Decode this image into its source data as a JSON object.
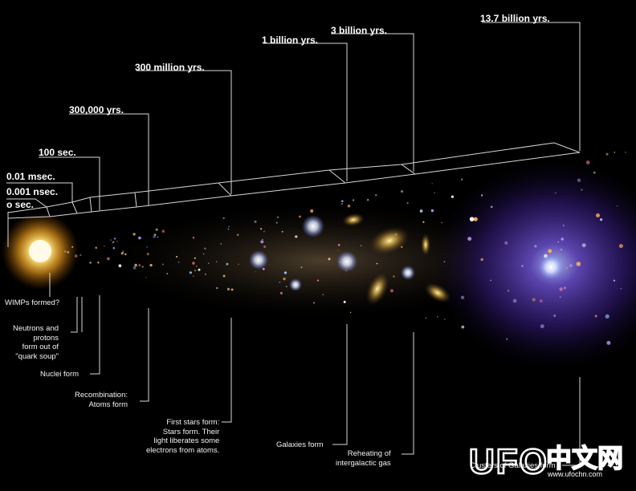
{
  "timeline": {
    "times": [
      {
        "id": "t0",
        "label": "o sec."
      },
      {
        "id": "t1",
        "label": "0.001 nsec."
      },
      {
        "id": "t2",
        "label": "0.01 msec."
      },
      {
        "id": "t3",
        "label": "100 sec."
      },
      {
        "id": "t4",
        "label": "300,000 yrs."
      },
      {
        "id": "t5",
        "label": "300 million yrs."
      },
      {
        "id": "t6",
        "label": "1 billion yrs."
      },
      {
        "id": "t7",
        "label": "3 billion yrs."
      },
      {
        "id": "t8",
        "label": "13.7 billion yrs."
      }
    ],
    "events": [
      {
        "id": "e1",
        "label": "WIMPs formed?"
      },
      {
        "id": "e2",
        "label": "Neutrons and\nprotons\nform out of\n\"quark soup\""
      },
      {
        "id": "e3",
        "label": "Nuclei form"
      },
      {
        "id": "e4",
        "label": "Recombination:\nAtoms form"
      },
      {
        "id": "e5",
        "label": "First stars form:\nStars  form. Their\nlight liberates some\nelectrons from atoms."
      },
      {
        "id": "e6",
        "label": "Galaxies form"
      },
      {
        "id": "e7",
        "label": "Reheating of\nintergalactic gas"
      },
      {
        "id": "e8",
        "label": "Clusters of Galaxies form"
      }
    ]
  },
  "watermark": {
    "logo_latin": "UFO",
    "logo_cjk": "中文网",
    "url": "www.ufochn.com"
  },
  "colors": {
    "line": "#d8d8d8",
    "cluster_glow": "#6a4fd8",
    "bigbang": "#ffe680"
  }
}
